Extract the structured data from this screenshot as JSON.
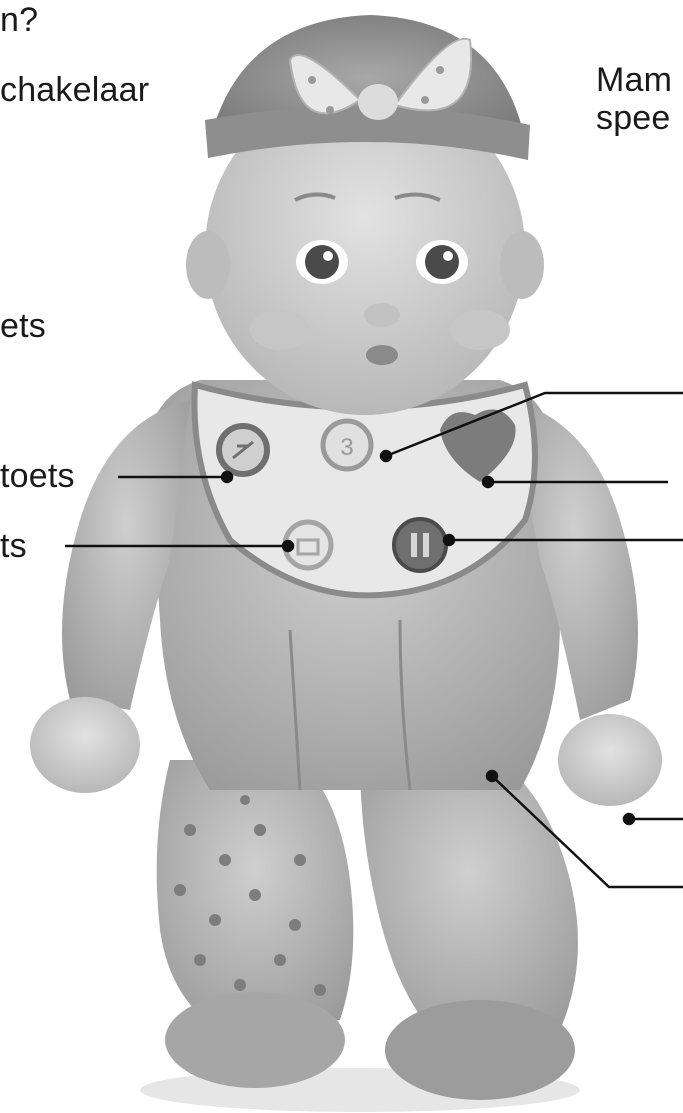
{
  "labels": {
    "top_left_fragment": "n?",
    "switch_label": "chakelaar",
    "right_label_line1": "Mam",
    "right_label_line2": "spee",
    "key_label_1": "ets",
    "key_label_2": "toets",
    "key_label_3": "ts"
  },
  "colors": {
    "background": "#ffffff",
    "doll_light": "#d2d2d2",
    "doll_mid": "#a8a8a8",
    "doll_dark": "#6e6e6e",
    "leader_line": "#111111",
    "text": "#1a1a1a"
  },
  "icons": {
    "bib_button_left_top": "bottle-icon",
    "bib_button_middle_top": "number-three-icon",
    "bib_button_heart": "heart-icon",
    "bib_button_left_bottom": "lock-icon",
    "bib_button_right_bottom": "pause-icon",
    "headband_bow": "bow-icon"
  }
}
